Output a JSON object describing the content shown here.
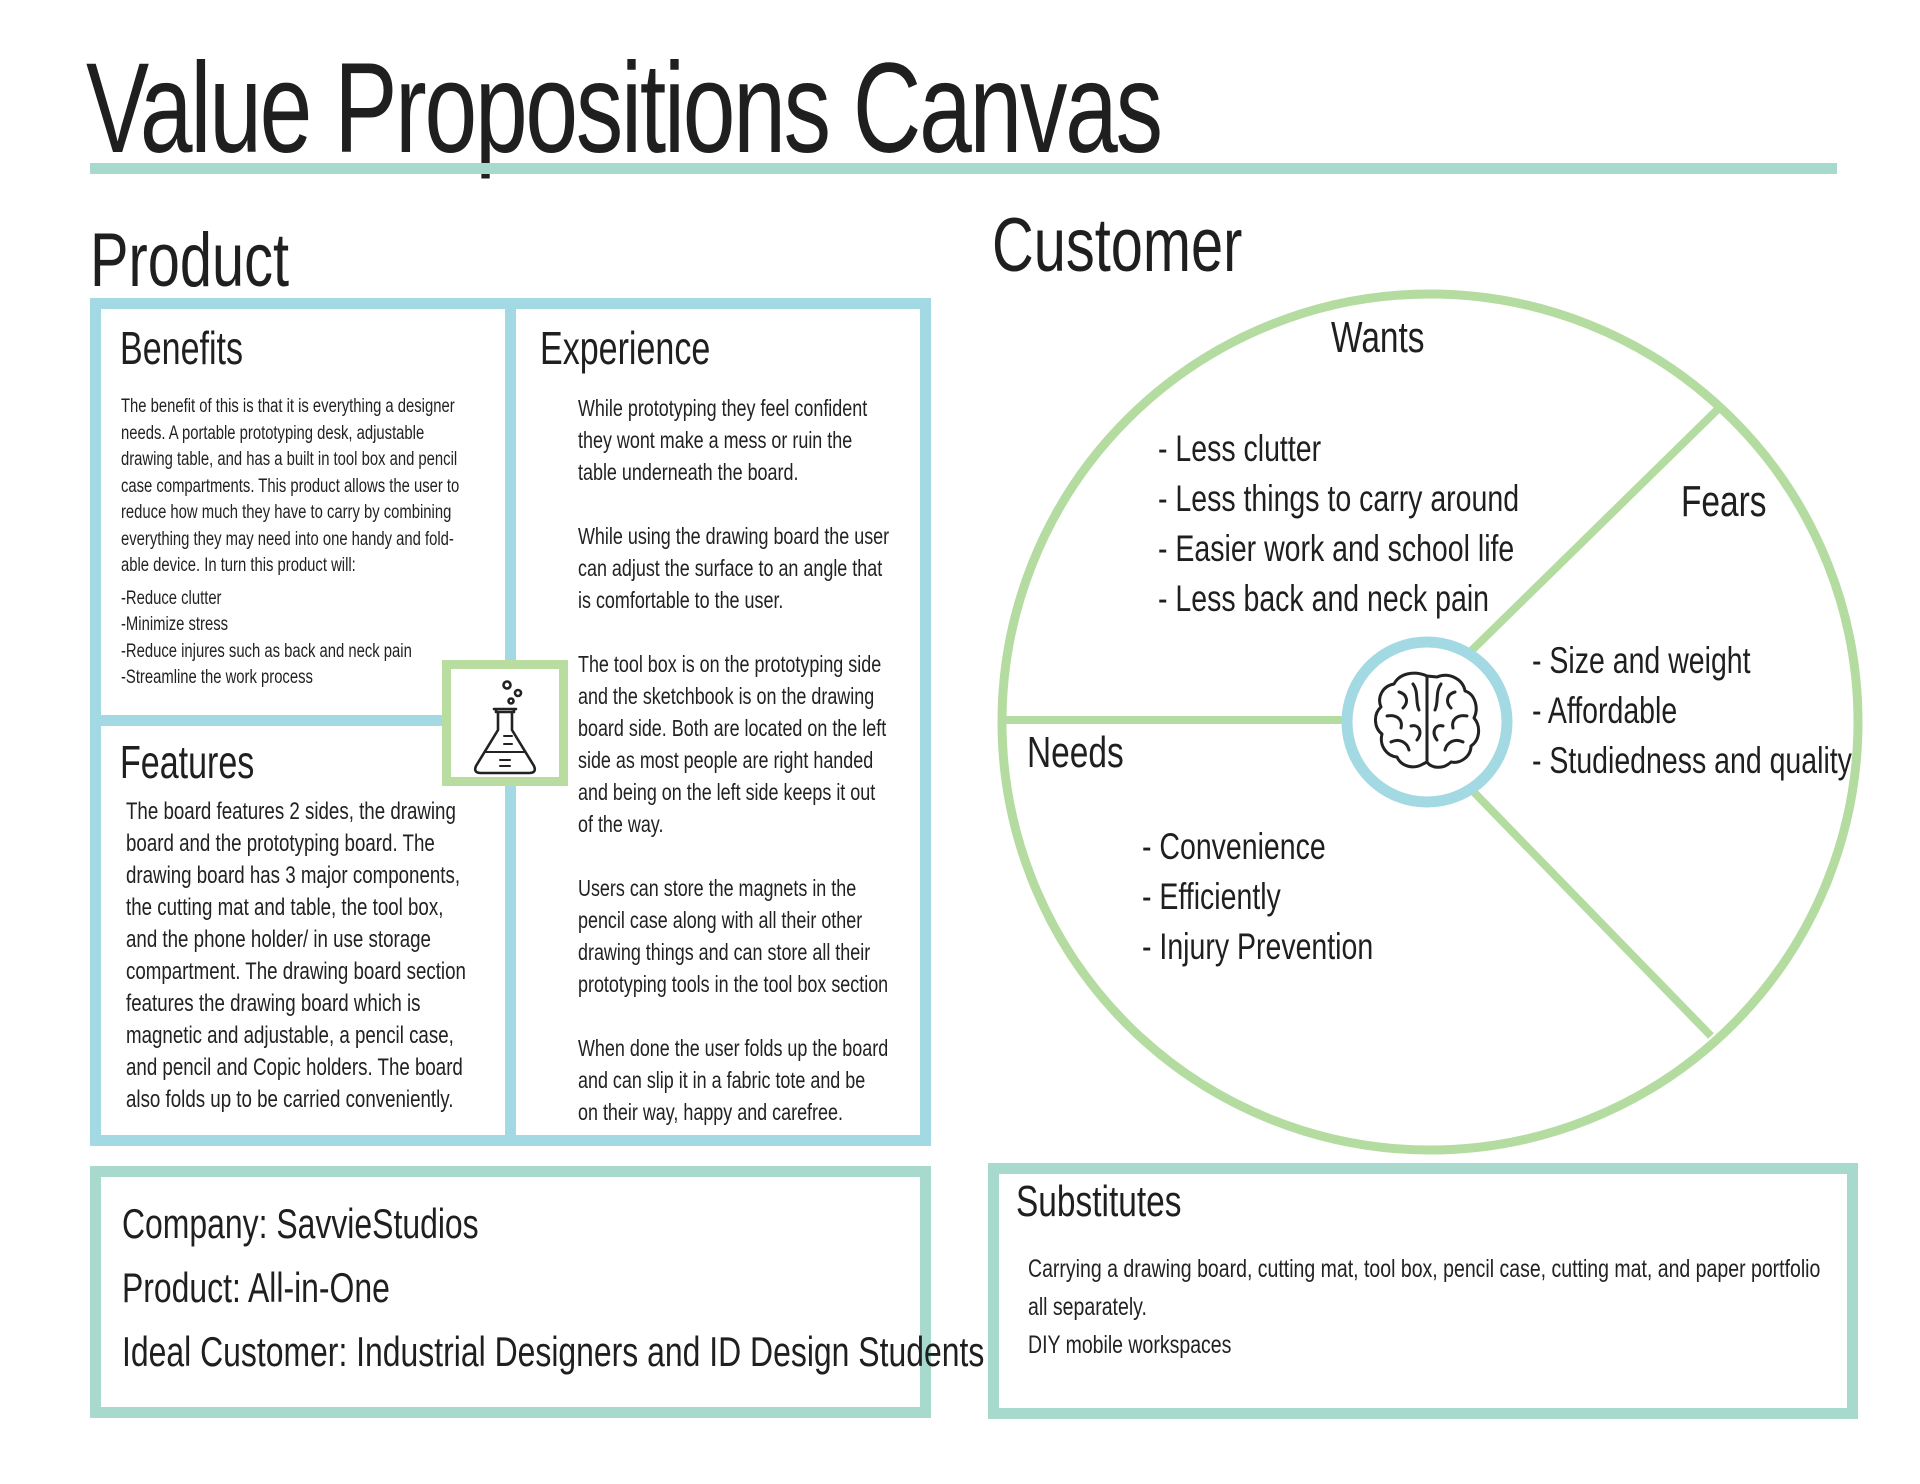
{
  "title": "Value Propositions Canvas",
  "product": {
    "heading": "Product",
    "benefits": {
      "title": "Benefits",
      "text": "The benefit of this is that it is everything a designer needs. A portable prototyping desk, adjustable drawing table, and has a built in tool box and pencil case compartments. This product allows the user to reduce how much they have to carry by combining everything they may need into one handy and fold-able device. In turn this product will:",
      "items": [
        "-Reduce clutter",
        "-Minimize stress",
        "-Reduce injures such as back and neck pain",
        "-Streamline the work process"
      ]
    },
    "experience": {
      "title": "Experience",
      "paragraphs": [
        "While prototyping they feel confident they wont make a mess or ruin the table underneath the board.",
        "While using the drawing board the user can adjust the surface to an angle that is comfortable to the user.",
        "The tool box is on the prototyping side and the sketchbook is on the drawing board side. Both are located on the left side as most people are right handed and being on the left side keeps it out of the way.",
        "Users can store the magnets in the pencil case along with all their other drawing things and can store all their prototyping tools in the tool box section",
        "When done the user folds up the board and can slip it in a fabric tote and be on their way, happy and carefree."
      ]
    },
    "features": {
      "title": "Features",
      "text": "The board features 2 sides, the drawing board and the prototyping board. The drawing board has 3 major components, the cutting mat and table, the tool box, and the phone holder/ in use storage compartment. The drawing board section features the drawing board which is magnetic and adjustable, a pencil case, and pencil and Copic holders. The board also folds up to be carried conveniently."
    },
    "icon": "flask-icon"
  },
  "customer": {
    "heading": "Customer",
    "center_icon": "brain-icon",
    "wants": {
      "label": "Wants",
      "items": [
        "- Less clutter",
        "- Less things to carry around",
        "- Easier work and school life",
        "- Less back and neck pain"
      ]
    },
    "fears": {
      "label": "Fears",
      "items": [
        "- Size and weight",
        "- Affordable",
        "- Studiedness and quality"
      ]
    },
    "needs": {
      "label": "Needs",
      "items": [
        "- Convenience",
        "- Efficiently",
        "- Injury Prevention"
      ]
    }
  },
  "company": {
    "company": "Company: SavvieStudios",
    "product": "Product:   All-in-One",
    "ideal_customer": "Ideal Customer: Industrial Designers and ID Design Students"
  },
  "substitutes": {
    "title": "Substitutes",
    "lines": [
      "Carrying a  drawing board, cutting mat, tool box, pencil case, cutting mat, and paper portfolio",
      "all separately.",
      "DIY mobile workspaces"
    ]
  },
  "colors": {
    "teal_rule": "#a7dacd",
    "blue_border": "#a3d9e2",
    "green_circle": "#b4dca0"
  }
}
